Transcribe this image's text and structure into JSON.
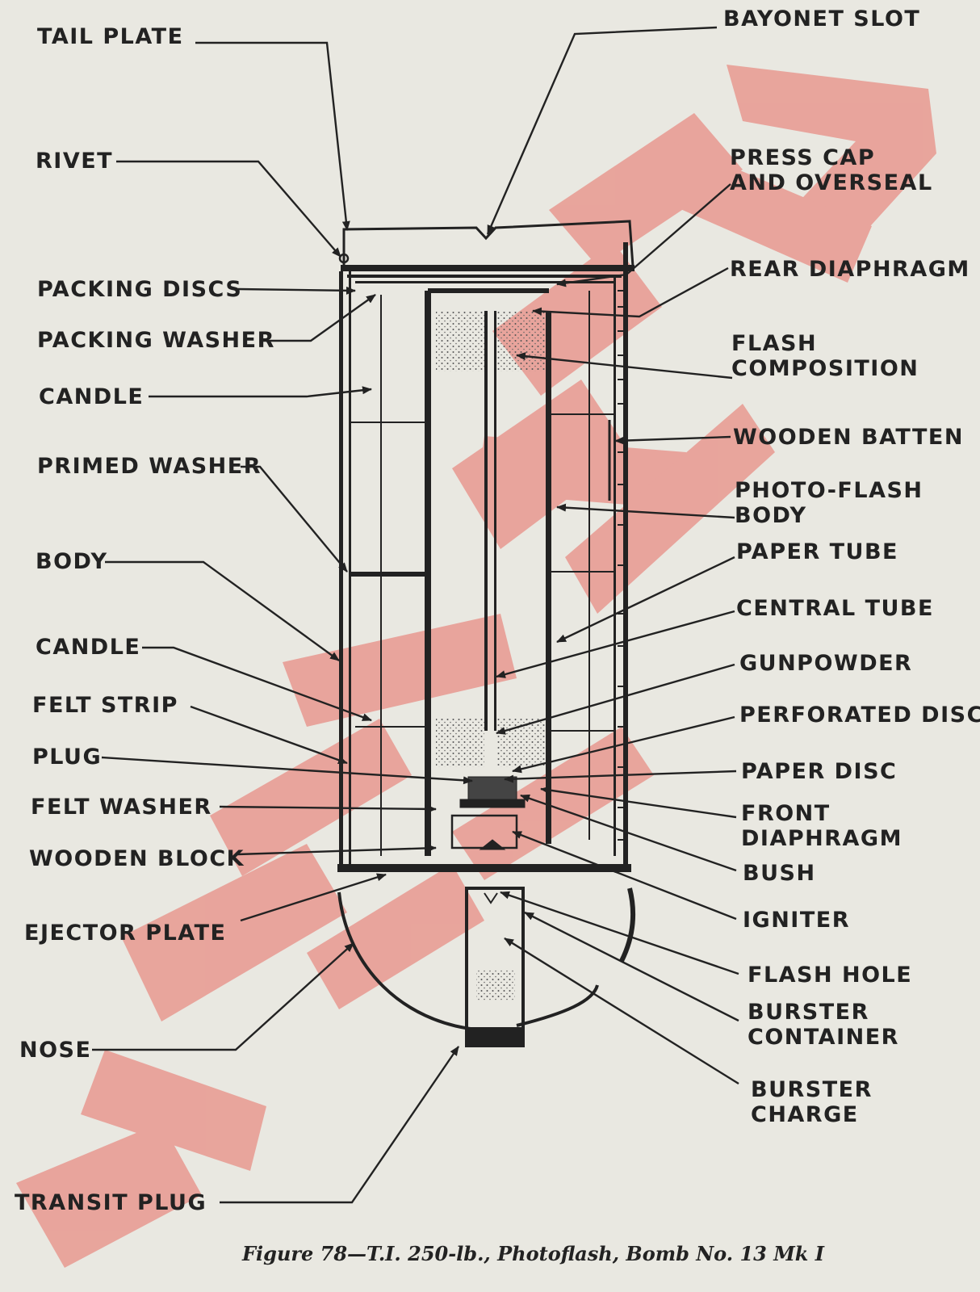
{
  "labels": {
    "tail_plate": "TAIL PLATE",
    "bayonet_slot": "BAYONET SLOT",
    "rivet": "RIVET",
    "press_cap_1": "PRESS CAP",
    "press_cap_2": "AND OVERSEAL",
    "packing_discs": "PACKING DISCS",
    "rear_diaphragm": "REAR DIAPHRAGM",
    "packing_washer": "PACKING WASHER",
    "flash_composition_1": "FLASH",
    "flash_composition_2": "COMPOSITION",
    "candle_upper": "CANDLE",
    "wooden_batten": "WOODEN BATTEN",
    "primed_washer": "PRIMED WASHER",
    "photo_flash_body_1": "PHOTO-FLASH",
    "photo_flash_body_2": "BODY",
    "paper_tube": "PAPER TUBE",
    "body": "BODY",
    "central_tube": "CENTRAL TUBE",
    "candle_lower": "CANDLE",
    "gunpowder": "GUNPOWDER",
    "felt_strip": "FELT STRIP",
    "perforated_disc": "PERFORATED DISC",
    "plug": "PLUG",
    "paper_disc": "PAPER DISC",
    "felt_washer": "FELT WASHER",
    "front_diaphragm_1": "FRONT",
    "front_diaphragm_2": "DIAPHRAGM",
    "wooden_block": "WOODEN BLOCK",
    "bush": "BUSH",
    "ejector_plate": "EJECTOR PLATE",
    "igniter": "IGNITER",
    "flash_hole": "FLASH HOLE",
    "burster_container_1": "BURSTER",
    "burster_container_2": "CONTAINER",
    "nose": "NOSE",
    "burster_charge_1": "BURSTER",
    "burster_charge_2": "CHARGE",
    "transit_plug": "TRANSIT PLUG"
  },
  "caption": "Figure 78—T.I. 250-lb., Photoflash, Bomb No. 13 Mk I",
  "watermark_text": "WWII",
  "colors": {
    "background": "#e9e8e1",
    "ink": "#222222",
    "watermark": "#e8473f",
    "stipple": "#555555"
  }
}
